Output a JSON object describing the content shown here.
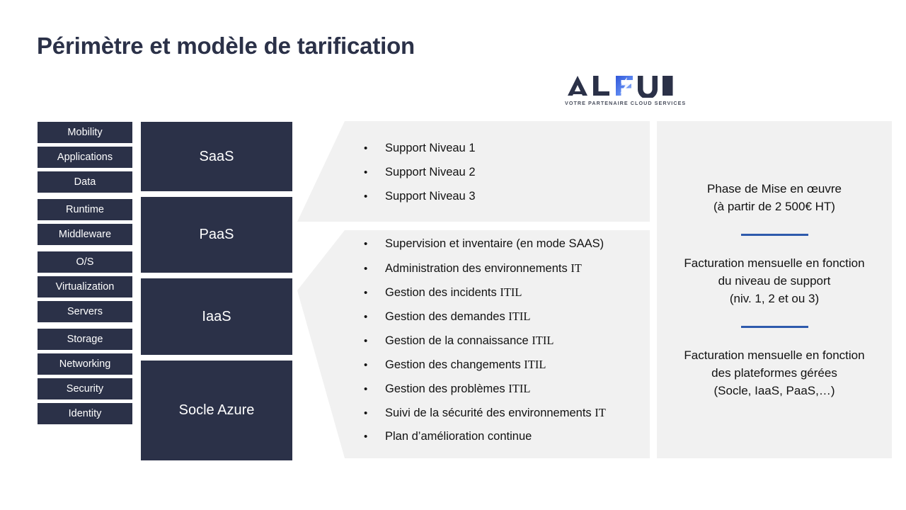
{
  "slide": {
    "title": "Périmètre et modèle de tarification",
    "background": "#ffffff",
    "navy": "#2b3148",
    "panel_gray": "#f1f1f1",
    "accent_blue": "#2e5aac"
  },
  "logo": {
    "name": "ALFUN",
    "letters": [
      "A",
      "L",
      "F",
      "U",
      "N"
    ],
    "accent_letter": "F",
    "accent_color": "#2f56d8",
    "dark_color": "#2b3148",
    "tagline": "VOTRE PARTENAIRE CLOUD SERVICES"
  },
  "component_stack": {
    "items": [
      {
        "label": "Mobility",
        "group": "saas"
      },
      {
        "label": "Applications",
        "group": "saas"
      },
      {
        "label": "Data",
        "group": "saas"
      },
      {
        "label": "Runtime",
        "group": "paas"
      },
      {
        "label": "Middleware",
        "group": "paas"
      },
      {
        "label": "O/S",
        "group": "iaas"
      },
      {
        "label": "Virtualization",
        "group": "iaas"
      },
      {
        "label": "Servers",
        "group": "iaas"
      },
      {
        "label": "Storage",
        "group": "socle"
      },
      {
        "label": "Networking",
        "group": "socle"
      },
      {
        "label": "Security",
        "group": "socle"
      },
      {
        "label": "Identity",
        "group": "socle"
      }
    ]
  },
  "tier_stack": {
    "tiers": [
      {
        "label": "SaaS"
      },
      {
        "label": "PaaS"
      },
      {
        "label": "IaaS"
      },
      {
        "label": "Socle Azure"
      }
    ]
  },
  "support_panel": {
    "bullet_glyph": "•",
    "items": [
      "Support Niveau 1",
      "Support Niveau 2",
      "Support Niveau 3"
    ]
  },
  "operations_panel": {
    "bullet_glyph": "•",
    "items": [
      "Supervision et inventaire (en mode SAAS)",
      "Administration des environnements IT",
      "Gestion des incidents ITIL",
      "Gestion des demandes ITIL",
      "Gestion de la connaissance ITIL",
      "Gestion des changements ITIL",
      "Gestion des problèmes ITIL",
      "Suivi de la sécurité des environnements IT",
      "Plan d’amélioration continue"
    ]
  },
  "pricing_panel": {
    "blocks": [
      "Phase de Mise en œuvre\n(à partir de 2 500€ HT)",
      "Facturation mensuelle en fonction\ndu niveau de support\n(niv. 1, 2 et ou 3)",
      "Facturation mensuelle en fonction\ndes plateformes gérées\n(Socle, IaaS, PaaS,…)"
    ],
    "separator_color": "#2e5aac"
  }
}
